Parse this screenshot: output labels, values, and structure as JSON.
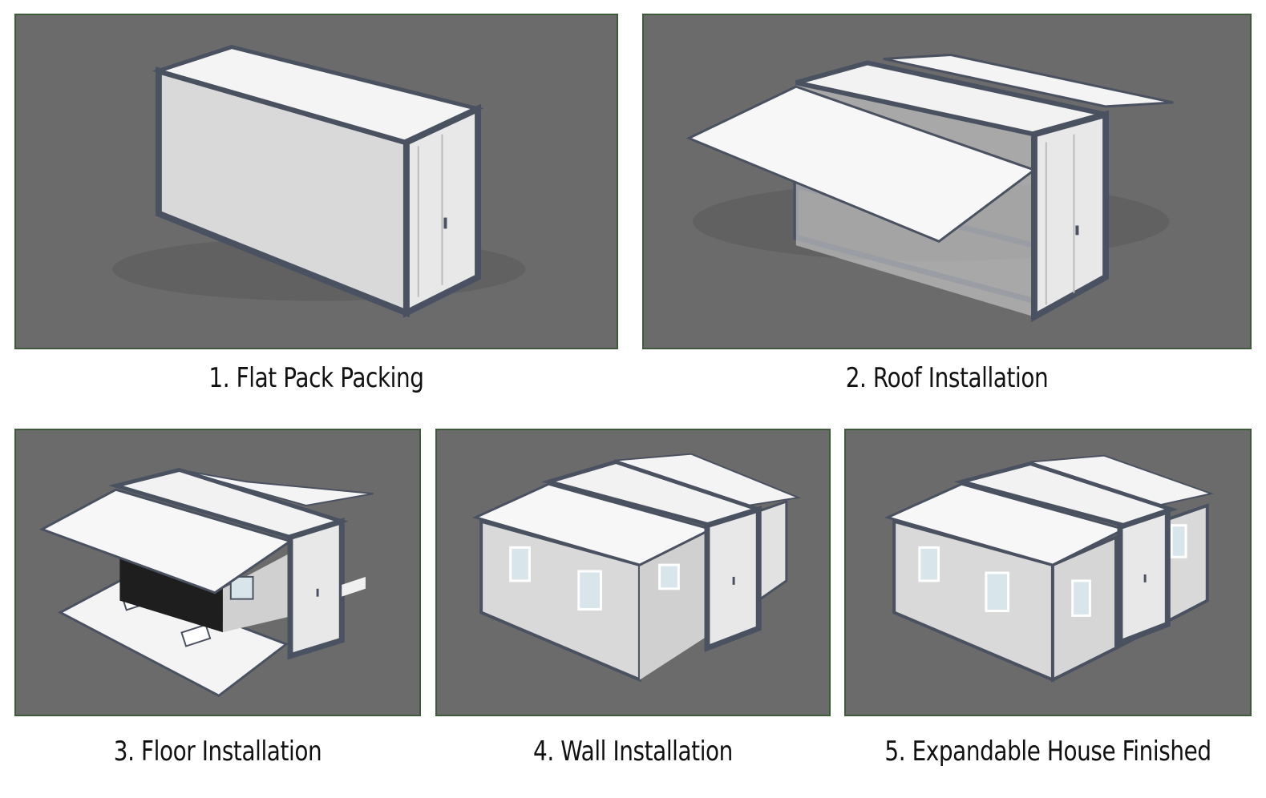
{
  "steps": [
    {
      "label": "1. Flat Pack Packing"
    },
    {
      "label": "2. Roof Installation"
    },
    {
      "label": "3. Floor Installation"
    },
    {
      "label": "4. Wall Installation"
    },
    {
      "label": "5. Expandable House Finished"
    }
  ],
  "colors": {
    "background": "#6b6b6b",
    "panel_border": "#3f5a3a",
    "frame": "#4a5160",
    "panel_white": "#f4f4f4",
    "wall_grey": "#d9d9d9"
  }
}
